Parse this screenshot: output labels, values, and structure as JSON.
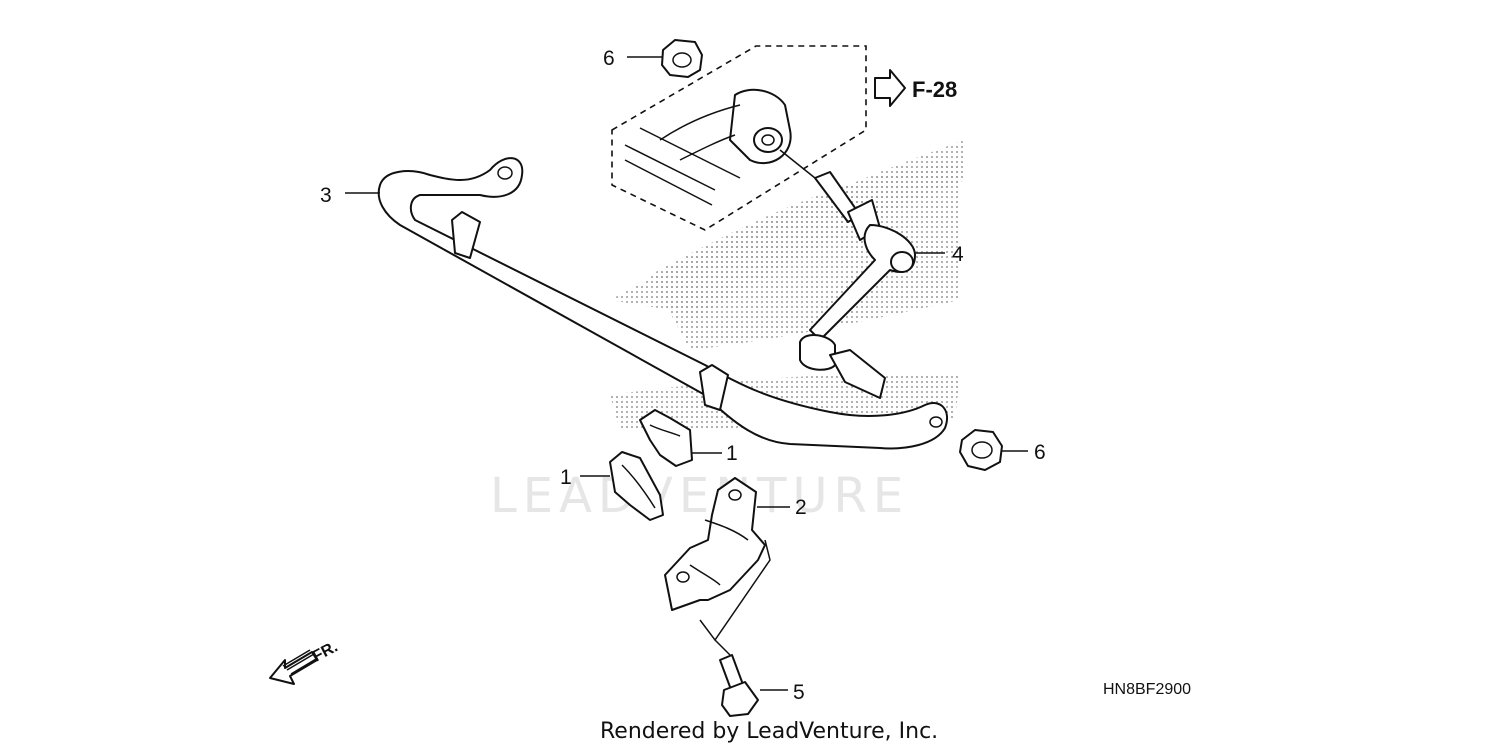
{
  "callouts": [
    {
      "id": "bushing-a",
      "label": "1"
    },
    {
      "id": "bushing-b",
      "label": "1"
    },
    {
      "id": "holder",
      "label": "2"
    },
    {
      "id": "stabilizer",
      "label": "3"
    },
    {
      "id": "link",
      "label": "4"
    },
    {
      "id": "bolt",
      "label": "5"
    },
    {
      "id": "nut-top",
      "label": "6"
    },
    {
      "id": "nut-right",
      "label": "6"
    }
  ],
  "reference": "F-28",
  "front_marker": "FR.",
  "diagram_code": "HN8BF2900",
  "watermark": "LEADVENTURE",
  "footer": "Rendered by LeadVenture, Inc."
}
